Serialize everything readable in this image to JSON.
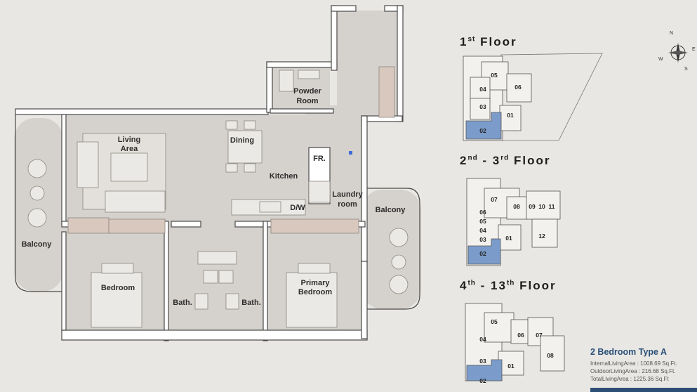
{
  "plan": {
    "rooms": {
      "living": "Living\nArea",
      "dining": "Dining",
      "kitchen": "Kitchen",
      "fridge": "FR.",
      "dishwasher": "D/W",
      "laundry": "Laundry\nroom",
      "powder": "Powder\nRoom",
      "balcony_left": "Balcony",
      "balcony_right": "Balcony",
      "bedroom": "Bedroom",
      "primary_bedroom": "Primary\nBedroom",
      "bath_left": "Bath.",
      "bath_right": "Bath."
    },
    "colors": {
      "floor": "#d5d1cc",
      "wall": "#ffffff",
      "wall_outline": "#4a4a4a",
      "furniture": "#ebe9e6",
      "highlight": "#7b9ccb",
      "page": "#e9e7e3"
    }
  },
  "compass": {
    "icon": "compass-rose-icon",
    "n": "N",
    "e": "E",
    "s": "S",
    "w": "W"
  },
  "key_plans": [
    {
      "title_parts": [
        "1",
        "st",
        " Floor"
      ],
      "units": [
        "05",
        "06",
        "04",
        "03",
        "01",
        "02"
      ]
    },
    {
      "title_parts": [
        "2",
        "nd",
        " - 3",
        "rd",
        " Floor"
      ],
      "units": [
        "07",
        "08",
        "09",
        "10",
        "11",
        "06",
        "05",
        "04",
        "03",
        "12",
        "01",
        "02"
      ]
    },
    {
      "title_parts": [
        "4",
        "th",
        " - 13",
        "th",
        " Floor"
      ],
      "units": [
        "05",
        "06",
        "07",
        "04",
        "08",
        "03",
        "01",
        "02"
      ]
    }
  ],
  "unit_type": {
    "title": "2 Bedroom Type A",
    "internal": "InternalLivingArea : 1008.69 Sq.Ft.",
    "outdoor": "OutdoorLivingArea : 216.68 Sq.Ft.",
    "total": "TotalLivingArea : 1225.36 Sq.Ft"
  }
}
